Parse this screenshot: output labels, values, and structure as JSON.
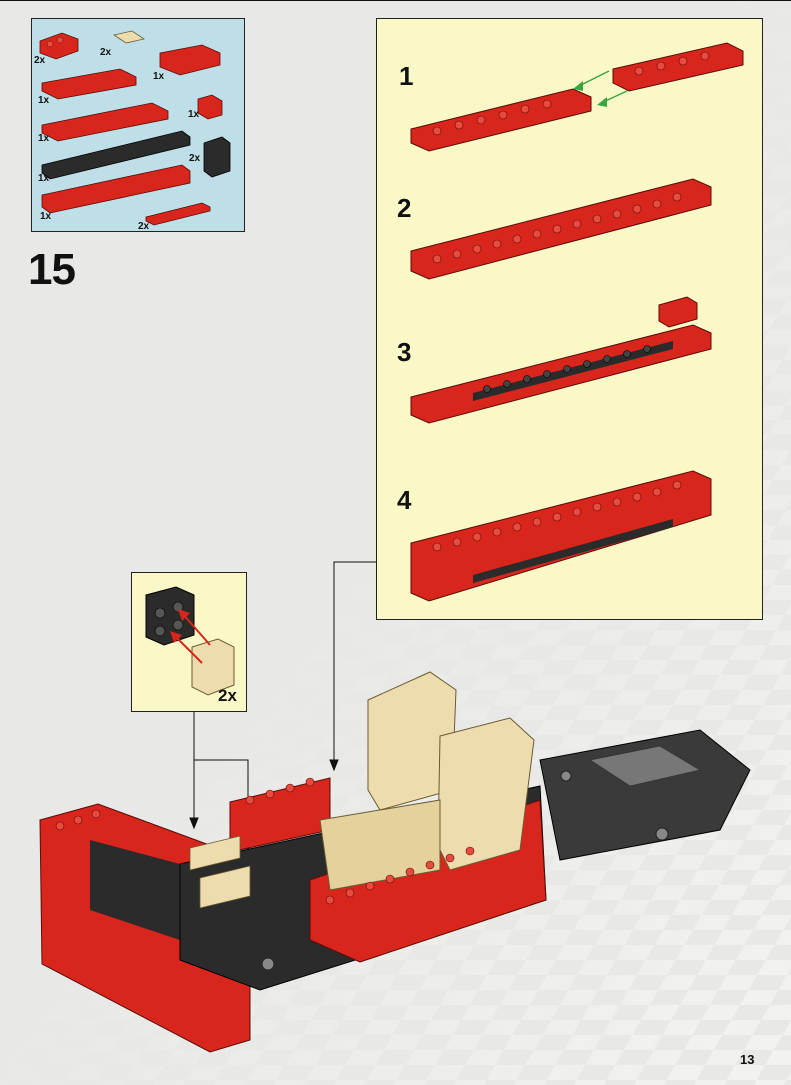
{
  "step": {
    "number": "15"
  },
  "parts_list": [
    {
      "qty": "2x",
      "part": "red-l-plate"
    },
    {
      "qty": "2x",
      "part": "tan-tile"
    },
    {
      "qty": "1x",
      "part": "red-slope-wedge"
    },
    {
      "qty": "1x",
      "part": "red-plate-2x6"
    },
    {
      "qty": "1x",
      "part": "red-bracket"
    },
    {
      "qty": "1x",
      "part": "red-plate-2x8"
    },
    {
      "qty": "2x",
      "part": "black-bracket"
    },
    {
      "qty": "1x",
      "part": "black-plate-1x12"
    },
    {
      "qty": "1x",
      "part": "red-plate-2x10"
    },
    {
      "qty": "2x",
      "part": "red-tile-flat"
    }
  ],
  "substeps": [
    {
      "number": "1"
    },
    {
      "number": "2"
    },
    {
      "number": "3"
    },
    {
      "number": "4"
    }
  ],
  "callout": {
    "qty": "2x"
  },
  "page_number": "13",
  "colors": {
    "page_background": "#e8e8e6",
    "parts_box": "#bfdfe8",
    "substep_box": "#fbf8c8",
    "brick_red": "#d8261c",
    "brick_black": "#2b2b2b",
    "brick_tan": "#ecdcae",
    "arrow_green": "#3aa640",
    "arrow_red": "#d8261c"
  }
}
